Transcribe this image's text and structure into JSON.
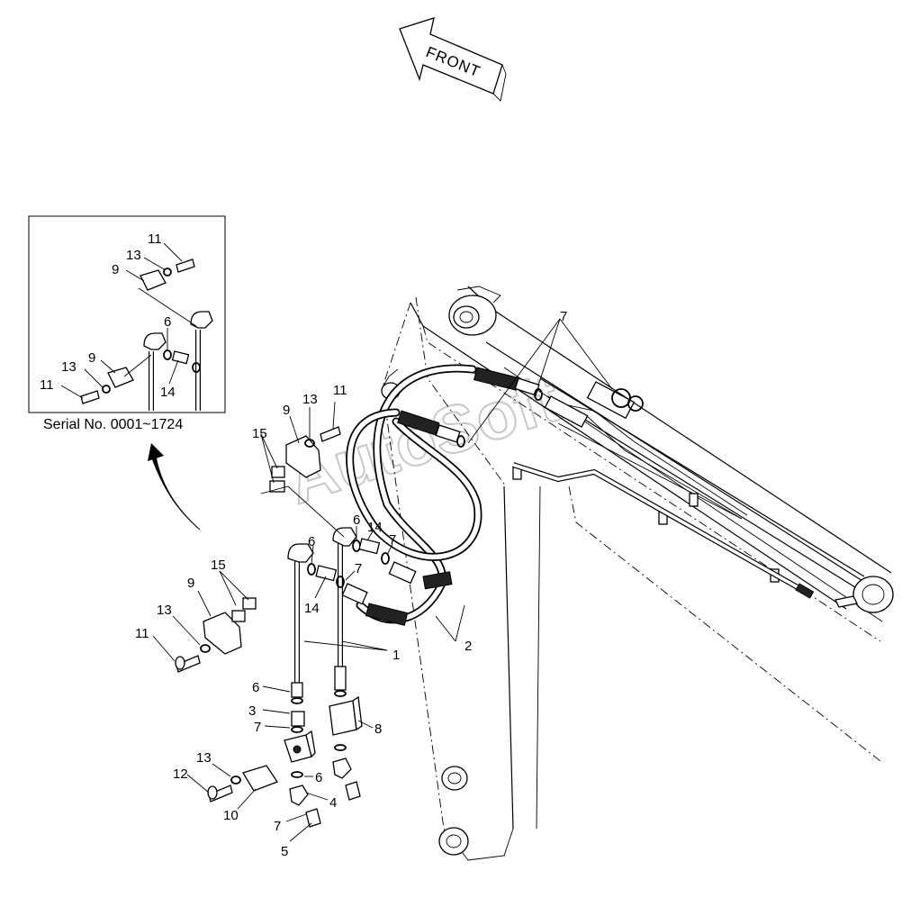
{
  "direction_label": "FRONT",
  "inset": {
    "caption": "Serial No. 0001~1724"
  },
  "watermark": "AutoSoft",
  "callouts": {
    "inset": [
      "11",
      "13",
      "9",
      "6",
      "9",
      "13",
      "11",
      "14"
    ],
    "main": [
      "7",
      "11",
      "13",
      "9",
      "15",
      "6",
      "14",
      "7",
      "6",
      "7",
      "14",
      "15",
      "9",
      "13",
      "11",
      "1",
      "2",
      "6",
      "3",
      "7",
      "8",
      "13",
      "12",
      "6",
      "10",
      "4",
      "7",
      "5"
    ]
  }
}
